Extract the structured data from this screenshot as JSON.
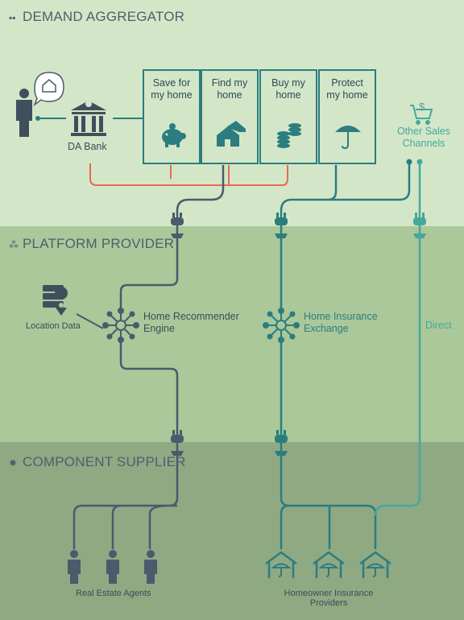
{
  "sections": {
    "demand": "DEMAND AGGREGATOR",
    "platform": "PLATFORM PROVIDER",
    "component": "COMPONENT SUPPLIER"
  },
  "bank": {
    "label": "DA Bank"
  },
  "services": [
    {
      "label": "Save for\nmy home",
      "icon": "piggy-bank"
    },
    {
      "label": "Find my\nhome",
      "icon": "houses"
    },
    {
      "label": "Buy my\nhome",
      "icon": "coins"
    },
    {
      "label": "Protect\nmy home",
      "icon": "umbrella"
    }
  ],
  "other_channels": {
    "label": "Other Sales\nChannels",
    "icon": "shopping-cart-dollar"
  },
  "location_data": {
    "label": "Location Data"
  },
  "home_recommender": {
    "label": "Home Recommender\nEngine"
  },
  "home_insurance": {
    "label": "Home Insurance\nExchange"
  },
  "direct": {
    "label": "Direct"
  },
  "real_estate": {
    "label": "Real Estate Agents"
  },
  "homeowner": {
    "label": "Homeowner Insurance\nProviders"
  },
  "colors": {
    "band_demand": "#d3e7c8",
    "band_platform": "#aac89a",
    "band_component": "#8fa983",
    "slate": "#4a5b6c",
    "teal": "#2b7d7f",
    "light_teal": "#47a79d",
    "orange": "#e96a4b"
  }
}
